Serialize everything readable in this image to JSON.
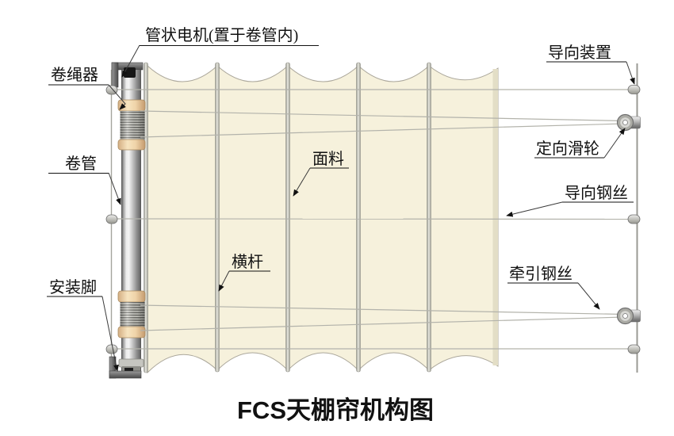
{
  "diagram": {
    "title": "FCS天棚帘机构图",
    "labels": {
      "tubular_motor": "管状电机(置于卷管内)",
      "rope_winder": "卷绳器",
      "roll_tube": "卷管",
      "mounting_foot": "安装脚",
      "fabric": "面料",
      "cross_bar": "横杆",
      "guide_device": "导向装置",
      "directional_pulley": "定向滑轮",
      "guide_wire": "导向钢丝",
      "traction_wire": "牵引钢丝"
    },
    "colors": {
      "background": "#FFFFFF",
      "fabric": "#F6F1DC",
      "fabric_edge_shadow": "#E3DEC6",
      "bar_metal": "#A9A99F",
      "tube_metal_dark": "#565656",
      "tube_metal_light": "#F2F2F2",
      "winder_cap": "#F2DDB9",
      "bracket": "#5A5A5A",
      "wire": "#B3B3AB",
      "leader_line": "#3A3A3A",
      "text": "#111111"
    }
  }
}
